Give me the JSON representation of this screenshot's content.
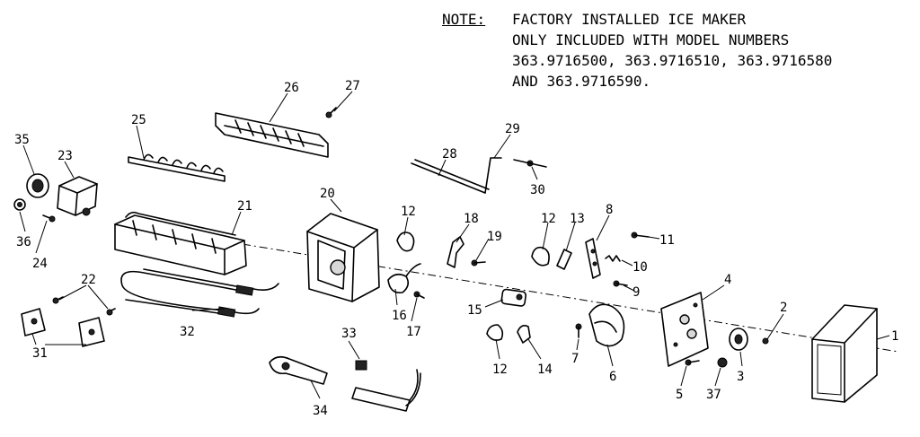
{
  "note": {
    "heading": "NOTE:",
    "lines": [
      "FACTORY INSTALLED ICE MAKER",
      "ONLY INCLUDED WITH MODEL NUMBERS",
      "363.9716500, 363.9716510, 363.9716580",
      "AND 363.9716590."
    ]
  },
  "callouts": [
    {
      "id": "c1",
      "label": "1"
    },
    {
      "id": "c2",
      "label": "2"
    },
    {
      "id": "c3",
      "label": "3"
    },
    {
      "id": "c4",
      "label": "4"
    },
    {
      "id": "c5",
      "label": "5"
    },
    {
      "id": "c6",
      "label": "6"
    },
    {
      "id": "c7",
      "label": "7"
    },
    {
      "id": "c8",
      "label": "8"
    },
    {
      "id": "c9",
      "label": "9"
    },
    {
      "id": "c10",
      "label": "10"
    },
    {
      "id": "c11",
      "label": "11"
    },
    {
      "id": "c12a",
      "label": "12"
    },
    {
      "id": "c12b",
      "label": "12"
    },
    {
      "id": "c12c",
      "label": "12"
    },
    {
      "id": "c13",
      "label": "13"
    },
    {
      "id": "c14",
      "label": "14"
    },
    {
      "id": "c15",
      "label": "15"
    },
    {
      "id": "c16",
      "label": "16"
    },
    {
      "id": "c17",
      "label": "17"
    },
    {
      "id": "c18",
      "label": "18"
    },
    {
      "id": "c19",
      "label": "19"
    },
    {
      "id": "c20",
      "label": "20"
    },
    {
      "id": "c21",
      "label": "21"
    },
    {
      "id": "c22",
      "label": "22"
    },
    {
      "id": "c23",
      "label": "23"
    },
    {
      "id": "c24",
      "label": "24"
    },
    {
      "id": "c25",
      "label": "25"
    },
    {
      "id": "c26",
      "label": "26"
    },
    {
      "id": "c27",
      "label": "27"
    },
    {
      "id": "c28",
      "label": "28"
    },
    {
      "id": "c29",
      "label": "29"
    },
    {
      "id": "c30",
      "label": "30"
    },
    {
      "id": "c31",
      "label": "31"
    },
    {
      "id": "c32",
      "label": "32"
    },
    {
      "id": "c33",
      "label": "33"
    },
    {
      "id": "c34",
      "label": "34"
    },
    {
      "id": "c35",
      "label": "35"
    },
    {
      "id": "c36",
      "label": "36"
    },
    {
      "id": "c37",
      "label": "37"
    }
  ]
}
